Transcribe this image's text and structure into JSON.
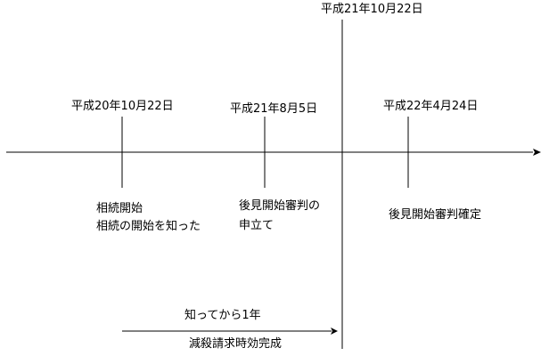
{
  "diagram": {
    "type": "timeline",
    "events": [
      {
        "date": "平成20年10月22日",
        "desc_line1": "相続開始",
        "desc_line2": "相続の開始を知った"
      },
      {
        "date": "平成21年8月5日",
        "desc_line1": "後見開始審判の",
        "desc_line2": "申立て"
      },
      {
        "date": "平成21年10月22日"
      },
      {
        "date": "平成22年4月24日",
        "desc_line1": "後見開始審判確定"
      }
    ],
    "period": {
      "label_above": "知ってから1年",
      "label_below": "減殺請求時効完成"
    }
  }
}
